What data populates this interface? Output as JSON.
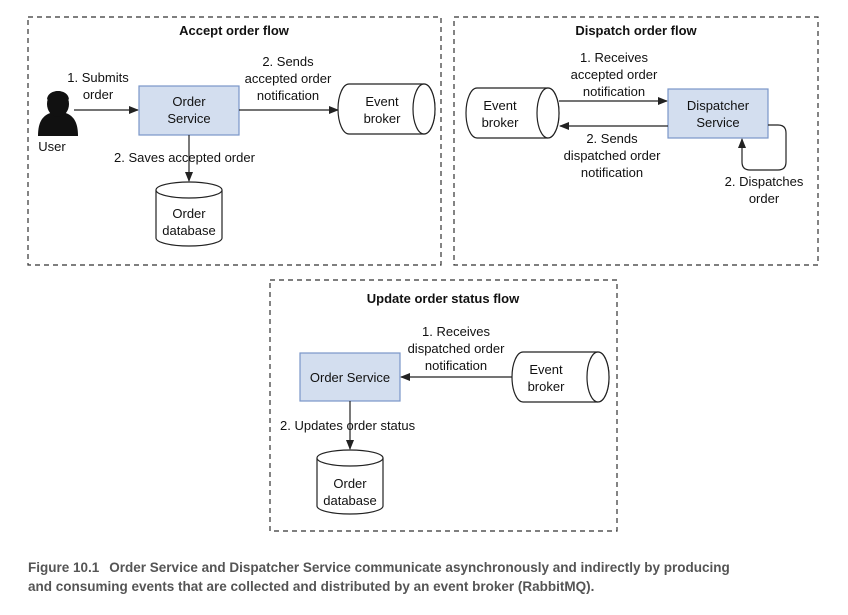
{
  "colors": {
    "service_fill": "#d3deef",
    "service_stroke": "#7a96c8",
    "caption_text": "#555555"
  },
  "accept_flow": {
    "title": "Accept order flow",
    "user_label": "User",
    "step1": [
      "1. Submits",
      "order"
    ],
    "service": [
      "Order",
      "Service"
    ],
    "step2_notify": [
      "2. Sends",
      "accepted order",
      "notification"
    ],
    "broker": [
      "Event",
      "broker"
    ],
    "step2_save": "2. Saves accepted order",
    "database": [
      "Order",
      "database"
    ]
  },
  "dispatch_flow": {
    "title": "Dispatch order flow",
    "broker": [
      "Event",
      "broker"
    ],
    "step1": [
      "1. Receives",
      "accepted order",
      "notification"
    ],
    "service": [
      "Dispatcher",
      "Service"
    ],
    "step2": [
      "2. Sends",
      "dispatched order",
      "notification"
    ],
    "step_dispatch": [
      "2. Dispatches",
      "order"
    ]
  },
  "status_flow": {
    "title": "Update order status flow",
    "step1": [
      "1. Receives",
      "dispatched order",
      "notification"
    ],
    "service": "Order Service",
    "broker": [
      "Event",
      "broker"
    ],
    "step2": "2. Updates order status",
    "database": [
      "Order",
      "database"
    ]
  },
  "caption": {
    "figure_label": "Figure 10.1",
    "line1": "Order Service and Dispatcher Service communicate asynchronously and indirectly by producing",
    "line2": "and consuming events that are collected and distributed by an event broker (RabbitMQ)."
  }
}
